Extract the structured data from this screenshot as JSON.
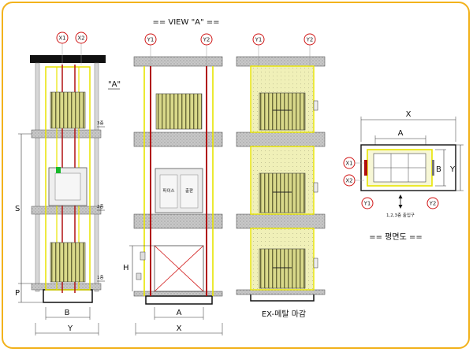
{
  "labels": {
    "view_a_title": "== VIEW \"A\" ==",
    "marker_a": "\"A\"",
    "floor_3": "3층",
    "floor_2": "2층",
    "floor_1": "1층",
    "dim_s": "S",
    "dim_p": "P",
    "dim_b": "B",
    "dim_y": "Y",
    "dim_h": "H",
    "dim_a": "A",
    "dim_x": "X",
    "ex_metal_caption": "EX-메탈 마감",
    "plan_title": "== 평면도 ==",
    "plan_dim_x": "X",
    "plan_dim_a": "A",
    "plan_dim_b": "B",
    "plan_dim_y": "Y",
    "plan_entrance": "1,2,3층 출입구",
    "car_panel_left": "파이스",
    "car_panel_right": "출판"
  },
  "axes": {
    "x1_main": "X1",
    "x2_main": "X2",
    "y1_view": "Y1",
    "y2_view": "Y2",
    "y1_ex": "Y1",
    "y2_ex": "Y2",
    "x1_plan": "X1",
    "x2_plan": "X2",
    "y1_plan": "Y1",
    "y2_plan": "Y2"
  },
  "colors": {
    "frame_border": "#f2b21c",
    "rail_yellow": "#e8e400",
    "rail_red": "#b01010",
    "axis_circle": "#d01515",
    "concrete": "#bdbdbd",
    "door_panel": "#c9c98a",
    "glass": "#f4f4c8"
  }
}
